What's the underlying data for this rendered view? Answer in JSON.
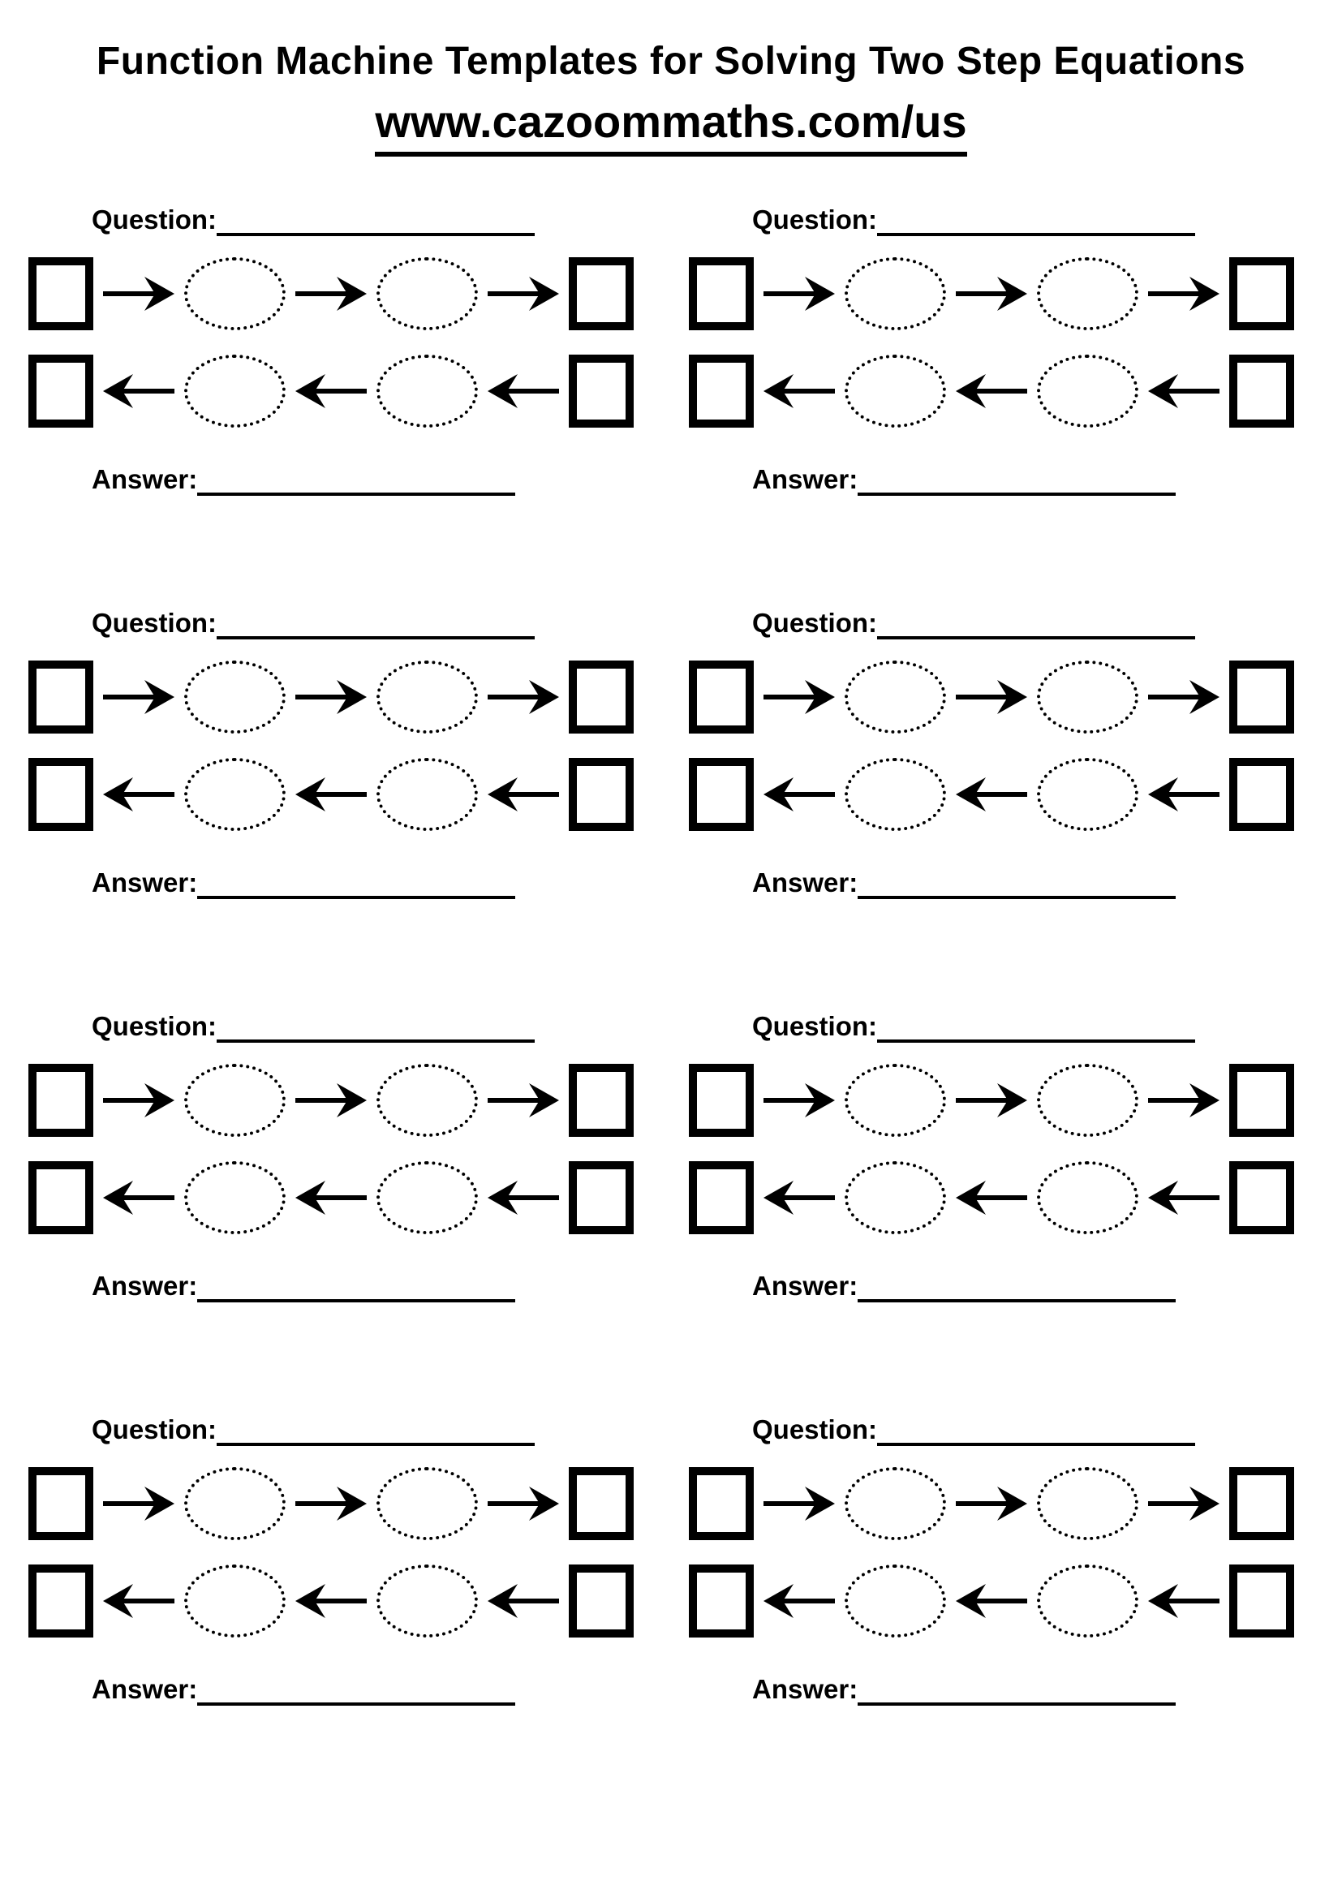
{
  "page": {
    "background": "#ffffff",
    "ink_color": "#000000",
    "title": "Function Machine Templates for Solving Two Step Equations",
    "website": "www.cazoommaths.com/us"
  },
  "worksheet": {
    "question_label": "Question:",
    "answer_label": "Answer:",
    "question_value": "",
    "answer_value": "",
    "machine_count": 8,
    "machines": [
      {
        "id": 1
      },
      {
        "id": 2
      },
      {
        "id": 3
      },
      {
        "id": 4
      },
      {
        "id": 5
      },
      {
        "id": 6
      },
      {
        "id": 7
      },
      {
        "id": 8
      }
    ]
  },
  "icons": {
    "arrow_right_glyph": "→",
    "arrow_left_glyph": "←",
    "input_output_shape": "square-outline",
    "operation_shape": "dotted-oval"
  }
}
